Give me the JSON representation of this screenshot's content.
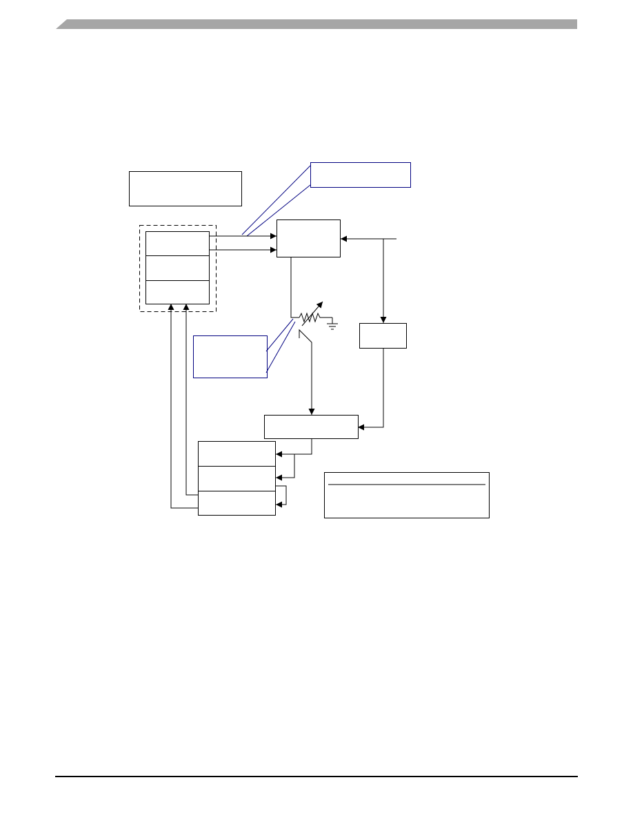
{
  "page": {
    "header_bar_color": "#a6a6a6",
    "footer_rule_color": "#000000"
  },
  "diagram": {
    "line_color": "#000000",
    "callout_color": "#000080",
    "boxes": [
      {
        "name": "top-left-label-box",
        "text": ""
      },
      {
        "name": "top-callout-box",
        "text": ""
      },
      {
        "name": "register-group-box",
        "text": ""
      },
      {
        "name": "register-upper",
        "text": ""
      },
      {
        "name": "register-middle",
        "text": ""
      },
      {
        "name": "register-lower",
        "text": ""
      },
      {
        "name": "central-block",
        "text": ""
      },
      {
        "name": "left-callout-box",
        "text": ""
      },
      {
        "name": "small-right-block",
        "text": ""
      },
      {
        "name": "lower-control-block",
        "text": ""
      },
      {
        "name": "output-register-upper",
        "text": ""
      },
      {
        "name": "output-register-middle",
        "text": ""
      },
      {
        "name": "output-register-lower",
        "text": ""
      },
      {
        "name": "legend-box",
        "text": ""
      }
    ],
    "symbols": [
      "variable-resistor-symbol",
      "ground-symbol"
    ]
  }
}
